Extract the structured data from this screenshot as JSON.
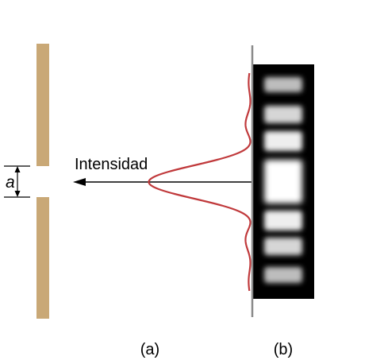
{
  "labels": {
    "slit_width": "a",
    "intensity": "Intensidad",
    "panel_a": "(a)",
    "panel_b": "(b)"
  },
  "colors": {
    "slit": "#c9a876",
    "curve": "#c0393b",
    "screen_line": "#8a8a8a",
    "film_background": "#000000",
    "arrow": "#000000"
  },
  "diffraction_pattern": {
    "bands": [
      "bright",
      "dark",
      "bright",
      "dark",
      "bright",
      "dark",
      "central-bright",
      "dark",
      "bright",
      "dark",
      "bright",
      "dark",
      "bright"
    ]
  }
}
